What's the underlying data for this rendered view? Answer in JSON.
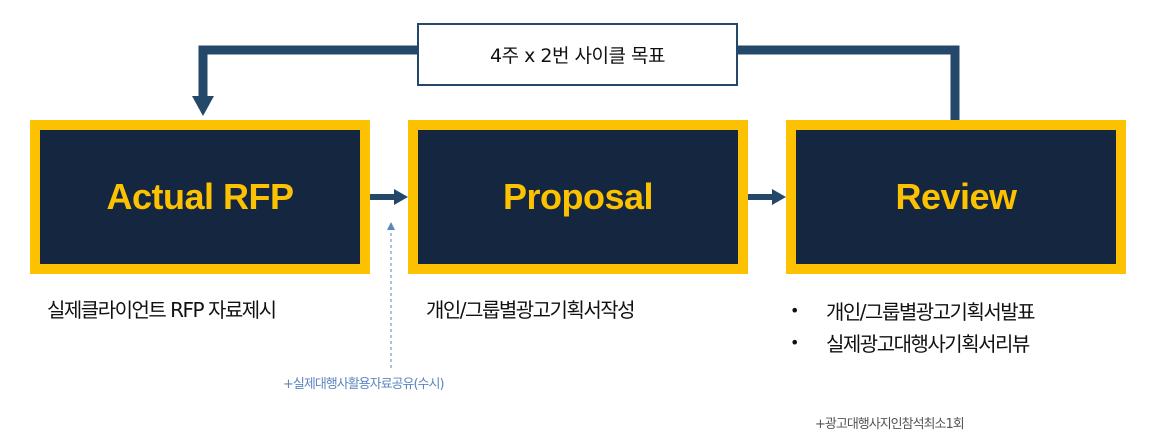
{
  "cycle_label": "4주 x 2번 사이클 목표",
  "stages": [
    {
      "title": "Actual RFP",
      "description": "실제클라이언트 RFP 자료제시"
    },
    {
      "title": "Proposal",
      "description": "개인/그룹별광고기획서작성"
    },
    {
      "title": "Review",
      "bullets": [
        "개인/그룹별광고기획서발표",
        "실제광고대행사기획서리뷰"
      ]
    }
  ],
  "notes": {
    "share": "+실제대행사활용자료공유(수시)",
    "visit": "+광고대행사지인참석최소1회"
  },
  "bullet_char": "•",
  "colors": {
    "box_fill": "#152740",
    "box_border": "#fcc100",
    "box_text": "#fcc100",
    "connector": "#24486a",
    "note_blue": "#5b86c0"
  }
}
